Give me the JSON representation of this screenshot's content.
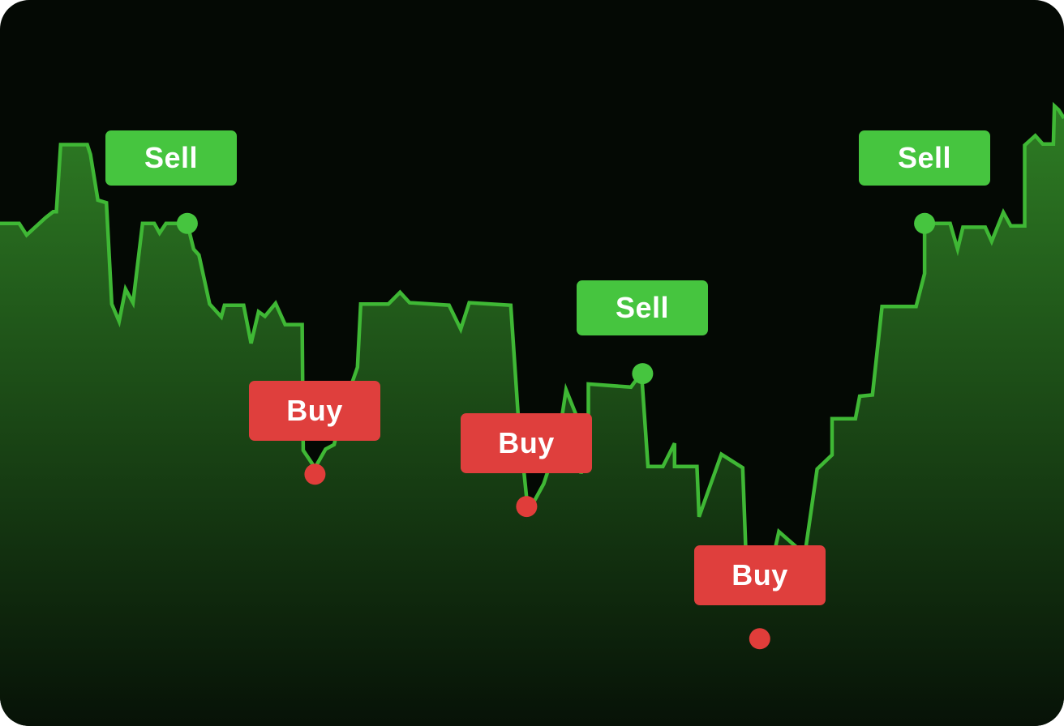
{
  "chart_data": {
    "type": "area",
    "title": "",
    "xlabel": "",
    "ylabel": "",
    "grid": false,
    "legend": "none",
    "xlim": [
      0,
      100
    ],
    "ylim": [
      0,
      100
    ],
    "series": [
      {
        "color": "#3fb835",
        "points": [
          [
            0.0,
            71.4
          ],
          [
            1.8,
            71.4
          ],
          [
            2.5,
            69.6
          ],
          [
            4.3,
            72.3
          ],
          [
            5.0,
            73.2
          ],
          [
            5.3,
            73.2
          ],
          [
            5.7,
            83.6
          ],
          [
            8.2,
            83.6
          ],
          [
            8.5,
            82.1
          ],
          [
            9.2,
            75.0
          ],
          [
            10.0,
            74.6
          ],
          [
            10.5,
            58.9
          ],
          [
            11.2,
            56.2
          ],
          [
            11.8,
            61.2
          ],
          [
            12.5,
            59.1
          ],
          [
            13.4,
            71.4
          ],
          [
            14.5,
            71.4
          ],
          [
            15.0,
            69.9
          ],
          [
            15.6,
            71.4
          ],
          [
            17.6,
            71.4
          ],
          [
            18.2,
            67.4
          ],
          [
            18.7,
            66.5
          ],
          [
            19.7,
            58.9
          ],
          [
            20.8,
            56.9
          ],
          [
            21.1,
            58.7
          ],
          [
            22.9,
            58.7
          ],
          [
            23.6,
            52.8
          ],
          [
            24.3,
            57.7
          ],
          [
            24.9,
            57.0
          ],
          [
            25.9,
            59.0
          ],
          [
            26.8,
            55.7
          ],
          [
            28.4,
            55.7
          ],
          [
            28.5,
            36.2
          ],
          [
            29.6,
            33.5
          ],
          [
            30.6,
            36.4
          ],
          [
            31.4,
            37.1
          ],
          [
            32.1,
            42.0
          ],
          [
            33.6,
            49.1
          ],
          [
            33.9,
            58.9
          ],
          [
            36.5,
            58.9
          ],
          [
            37.6,
            60.7
          ],
          [
            38.5,
            59.1
          ],
          [
            42.2,
            58.7
          ],
          [
            43.3,
            55.0
          ],
          [
            44.1,
            59.1
          ],
          [
            48.0,
            58.7
          ],
          [
            48.7,
            41.7
          ],
          [
            49.5,
            28.8
          ],
          [
            50.0,
            27.7
          ],
          [
            51.1,
            31.0
          ],
          [
            52.5,
            38.0
          ],
          [
            53.2,
            45.6
          ],
          [
            54.2,
            41.5
          ],
          [
            54.6,
            32.6
          ],
          [
            55.3,
            37.5
          ],
          [
            55.3,
            46.5
          ],
          [
            59.3,
            46.0
          ],
          [
            59.6,
            46.7
          ],
          [
            60.3,
            48.1
          ],
          [
            60.9,
            33.7
          ],
          [
            62.3,
            33.7
          ],
          [
            63.4,
            37.3
          ],
          [
            63.4,
            33.7
          ],
          [
            65.5,
            33.7
          ],
          [
            65.7,
            25.9
          ],
          [
            67.8,
            35.6
          ],
          [
            69.8,
            33.5
          ],
          [
            70.1,
            20.4
          ],
          [
            70.7,
            18.5
          ],
          [
            71.2,
            13.4
          ],
          [
            72.1,
            16.5
          ],
          [
            72.7,
            19.8
          ],
          [
            73.2,
            23.6
          ],
          [
            75.0,
            21.0
          ],
          [
            75.6,
            19.6
          ],
          [
            76.8,
            33.3
          ],
          [
            78.2,
            35.5
          ],
          [
            78.2,
            41.1
          ],
          [
            80.4,
            41.1
          ],
          [
            80.8,
            44.6
          ],
          [
            82.0,
            44.8
          ],
          [
            82.9,
            58.5
          ],
          [
            86.1,
            58.5
          ],
          [
            86.9,
            63.6
          ],
          [
            86.9,
            71.4
          ],
          [
            89.3,
            71.4
          ],
          [
            90.0,
            67.4
          ],
          [
            90.5,
            70.8
          ],
          [
            92.6,
            70.8
          ],
          [
            93.2,
            68.6
          ],
          [
            94.3,
            73.1
          ],
          [
            95.0,
            71.0
          ],
          [
            96.3,
            71.0
          ],
          [
            96.3,
            83.5
          ],
          [
            97.3,
            85.0
          ],
          [
            98.0,
            83.7
          ],
          [
            99.0,
            83.7
          ],
          [
            99.1,
            89.6
          ],
          [
            99.5,
            89.0
          ],
          [
            100.0,
            87.7
          ]
        ]
      }
    ],
    "signals": [
      {
        "label": "Sell",
        "type": "sell",
        "x": 17.6,
        "y": 71.4
      },
      {
        "label": "Buy",
        "type": "buy",
        "x": 29.6,
        "y": 32.5
      },
      {
        "label": "Buy",
        "type": "buy",
        "x": 49.5,
        "y": 27.5
      },
      {
        "label": "Sell",
        "type": "sell",
        "x": 60.4,
        "y": 48.1
      },
      {
        "label": "Buy",
        "type": "buy",
        "x": 71.4,
        "y": 7.0
      },
      {
        "label": "Sell",
        "type": "sell",
        "x": 86.9,
        "y": 71.4
      }
    ],
    "colors": {
      "line": "#3fb835",
      "area_top": "#2e7d24",
      "area_bottom": "#071207",
      "background": "#040904",
      "sell": "#46c53f",
      "buy": "#df3f3d",
      "sell_marker": "#46c53f",
      "buy_marker": "#e03d3a"
    }
  }
}
